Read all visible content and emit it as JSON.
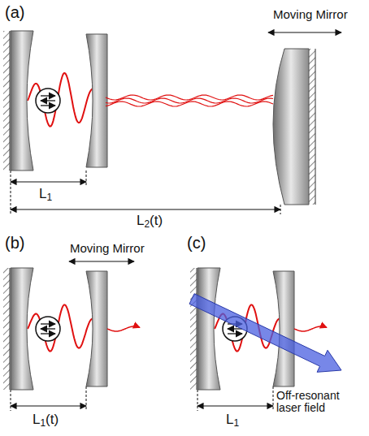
{
  "diagram": {
    "labels": [
      "(a)",
      "Moving Mirror",
      "L1",
      "L2(t)",
      "(b)",
      "Moving Mirror",
      "L1(t)",
      "(c)",
      "L1",
      "Off-resonant laser field"
    ]
  }
}
